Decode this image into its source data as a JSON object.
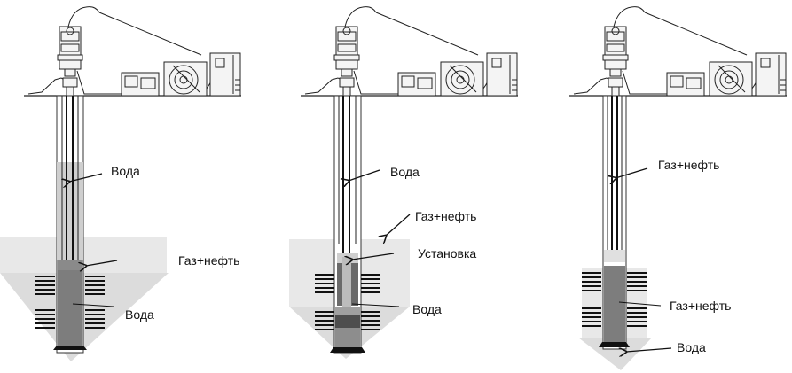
{
  "diagram": {
    "title": "",
    "wells": [
      {
        "id": "well-1",
        "labels": {
          "upper": "Вода",
          "middle": "Газ+нефть",
          "lower": "Вода"
        }
      },
      {
        "id": "well-2",
        "labels": {
          "upper": "Вода",
          "middle": "Газ+нефть",
          "device": "Установка",
          "lower": "Вода"
        }
      },
      {
        "id": "well-3",
        "labels": {
          "upper": "Газ+нефть",
          "middle": "Газ+нефть",
          "lower": "Вода"
        }
      }
    ],
    "colors": {
      "ink": "#222222",
      "formation_light": "#e6e6e6",
      "formation_mid": "#d9d9d9",
      "water_column": "#bdbdbd",
      "fluid_dark": "#7a7a7a",
      "fluid_darker": "#555555"
    }
  }
}
